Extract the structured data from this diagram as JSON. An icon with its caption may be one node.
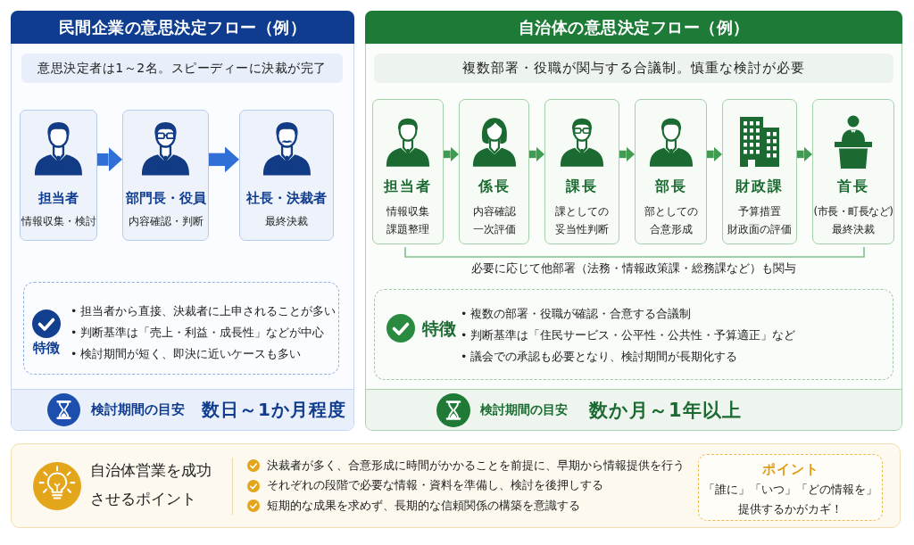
{
  "diagram": {
    "nodes": [
      {
        "text": [
          "民間企業の意思決定フロー（例）"
        ]
      },
      {
        "text": [
          "意思決定者は1～2名。スピーディーに決裁が完了"
        ],
        "in": 0
      },
      {
        "text": [
          "担当者",
          "情報収集・検討"
        ],
        "in": 0
      },
      {
        "text": [
          "部門長・役員",
          "内容確認・判断"
        ],
        "in": 0
      },
      {
        "text": [
          "社長・決裁者",
          "最終決裁"
        ],
        "in": 0
      },
      {
        "text": [
          "特徴",
          "• 担当者から直接、決裁者に上申されることが多い",
          "• 判断基準は「売上・利益・成長性」などが中心",
          "• 検討期間が短く、即決に近いケースも多い"
        ],
        "in": 0
      },
      {
        "text": [
          "検討期間の目安",
          "数日～1か月程度"
        ],
        "in": 0
      },
      {
        "text": [
          "自治体の意思決定フロー（例）"
        ]
      },
      {
        "text": [
          "複数部署・役職が関与する合議制。慎重な検討が必要"
        ],
        "in": 7
      },
      {
        "text": [
          "担当者",
          "情報収集",
          "課題整理"
        ],
        "in": 7
      },
      {
        "text": [
          "係長",
          "内容確認",
          "一次評価"
        ],
        "in": 7
      },
      {
        "text": [
          "課長",
          "課としての妥当性判断"
        ],
        "in": 7
      },
      {
        "text": [
          "部長",
          "部としての合意形成"
        ],
        "in": 7
      },
      {
        "text": [
          "財政課",
          "予算措置",
          "財政面の評価"
        ],
        "in": 7
      },
      {
        "text": [
          "首長",
          "(市長・町長など)",
          "最終決裁"
        ],
        "in": 7
      },
      {
        "text": [
          "特徴",
          "• 複数の部署・役職が確認・合意する合議制",
          "• 判断基準は「住民サービス・公平性・公共性・予算適正」など",
          "• 議会での承認も必要となり、検討期間が長期化する"
        ],
        "in": 7
      },
      {
        "text": [
          "検討期間の目安",
          "数か月～1年以上"
        ],
        "in": 7
      },
      {
        "text": [
          "自治体営業を成功させるポイント",
          "決裁者が多く、合意形成に時間がかかることを前提に、早期から情報提供を行う",
          "それぞれの段階で必要な情報・資料を準備し、検討を後押しする",
          "短期的な成果を求めず、長期的な信頼関係の構築を意識する"
        ]
      },
      {
        "text": [
          "ポイント",
          "「誰に」「いつ」「どの情報を」提供するかがカギ！"
        ],
        "in": 17
      }
    ],
    "edges": [
      {
        "from": 2,
        "to": 3,
        "arrow": "to",
        "color": "#2f6fd6"
      },
      {
        "from": 3,
        "to": 4,
        "arrow": "to",
        "color": "#2f6fd6"
      },
      {
        "from": 9,
        "to": 10,
        "arrow": "to"
      },
      {
        "from": 10,
        "to": 11,
        "arrow": "to"
      },
      {
        "from": 11,
        "to": 12,
        "arrow": "to"
      },
      {
        "from": 12,
        "to": 13,
        "arrow": "to"
      },
      {
        "from": 13,
        "to": 14,
        "arrow": "to"
      }
    ],
    "labels": [
      "必要に応じて他部署（法務・情報政策課・総務課など）も関与"
    ]
  }
}
